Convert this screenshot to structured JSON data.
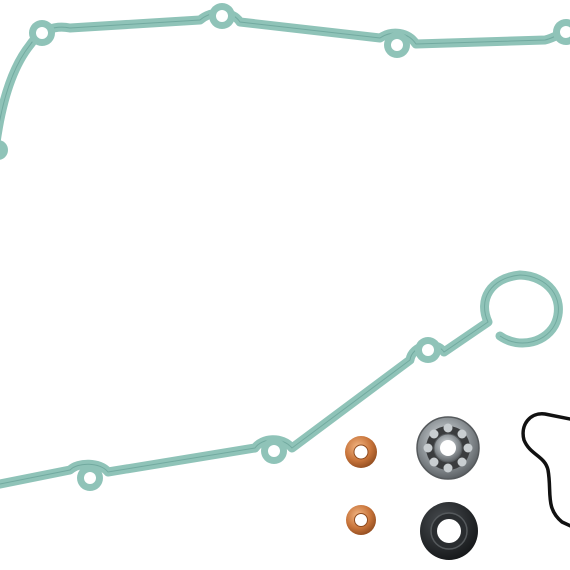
{
  "image": {
    "subject": "gasket-kit-product-photo",
    "background_color": "#ffffff"
  },
  "parts": {
    "cover_gasket": {
      "icon": "gasket-icon",
      "color": "#8fc3b8",
      "edge_color": "#5f9a8f"
    },
    "copper_washers": {
      "icon": "washer-icon",
      "count": 2,
      "color": "#c8743a",
      "highlight": "#f0b07a"
    },
    "bearing": {
      "icon": "bearing-icon",
      "count": 1,
      "color": "#9aa0a4",
      "dark": "#3a3c3e"
    },
    "oil_seal": {
      "icon": "seal-icon",
      "count": 1,
      "color": "#1f2224"
    },
    "o_ring_gasket": {
      "icon": "o-ring-icon",
      "count": 1,
      "color": "#111111"
    }
  }
}
